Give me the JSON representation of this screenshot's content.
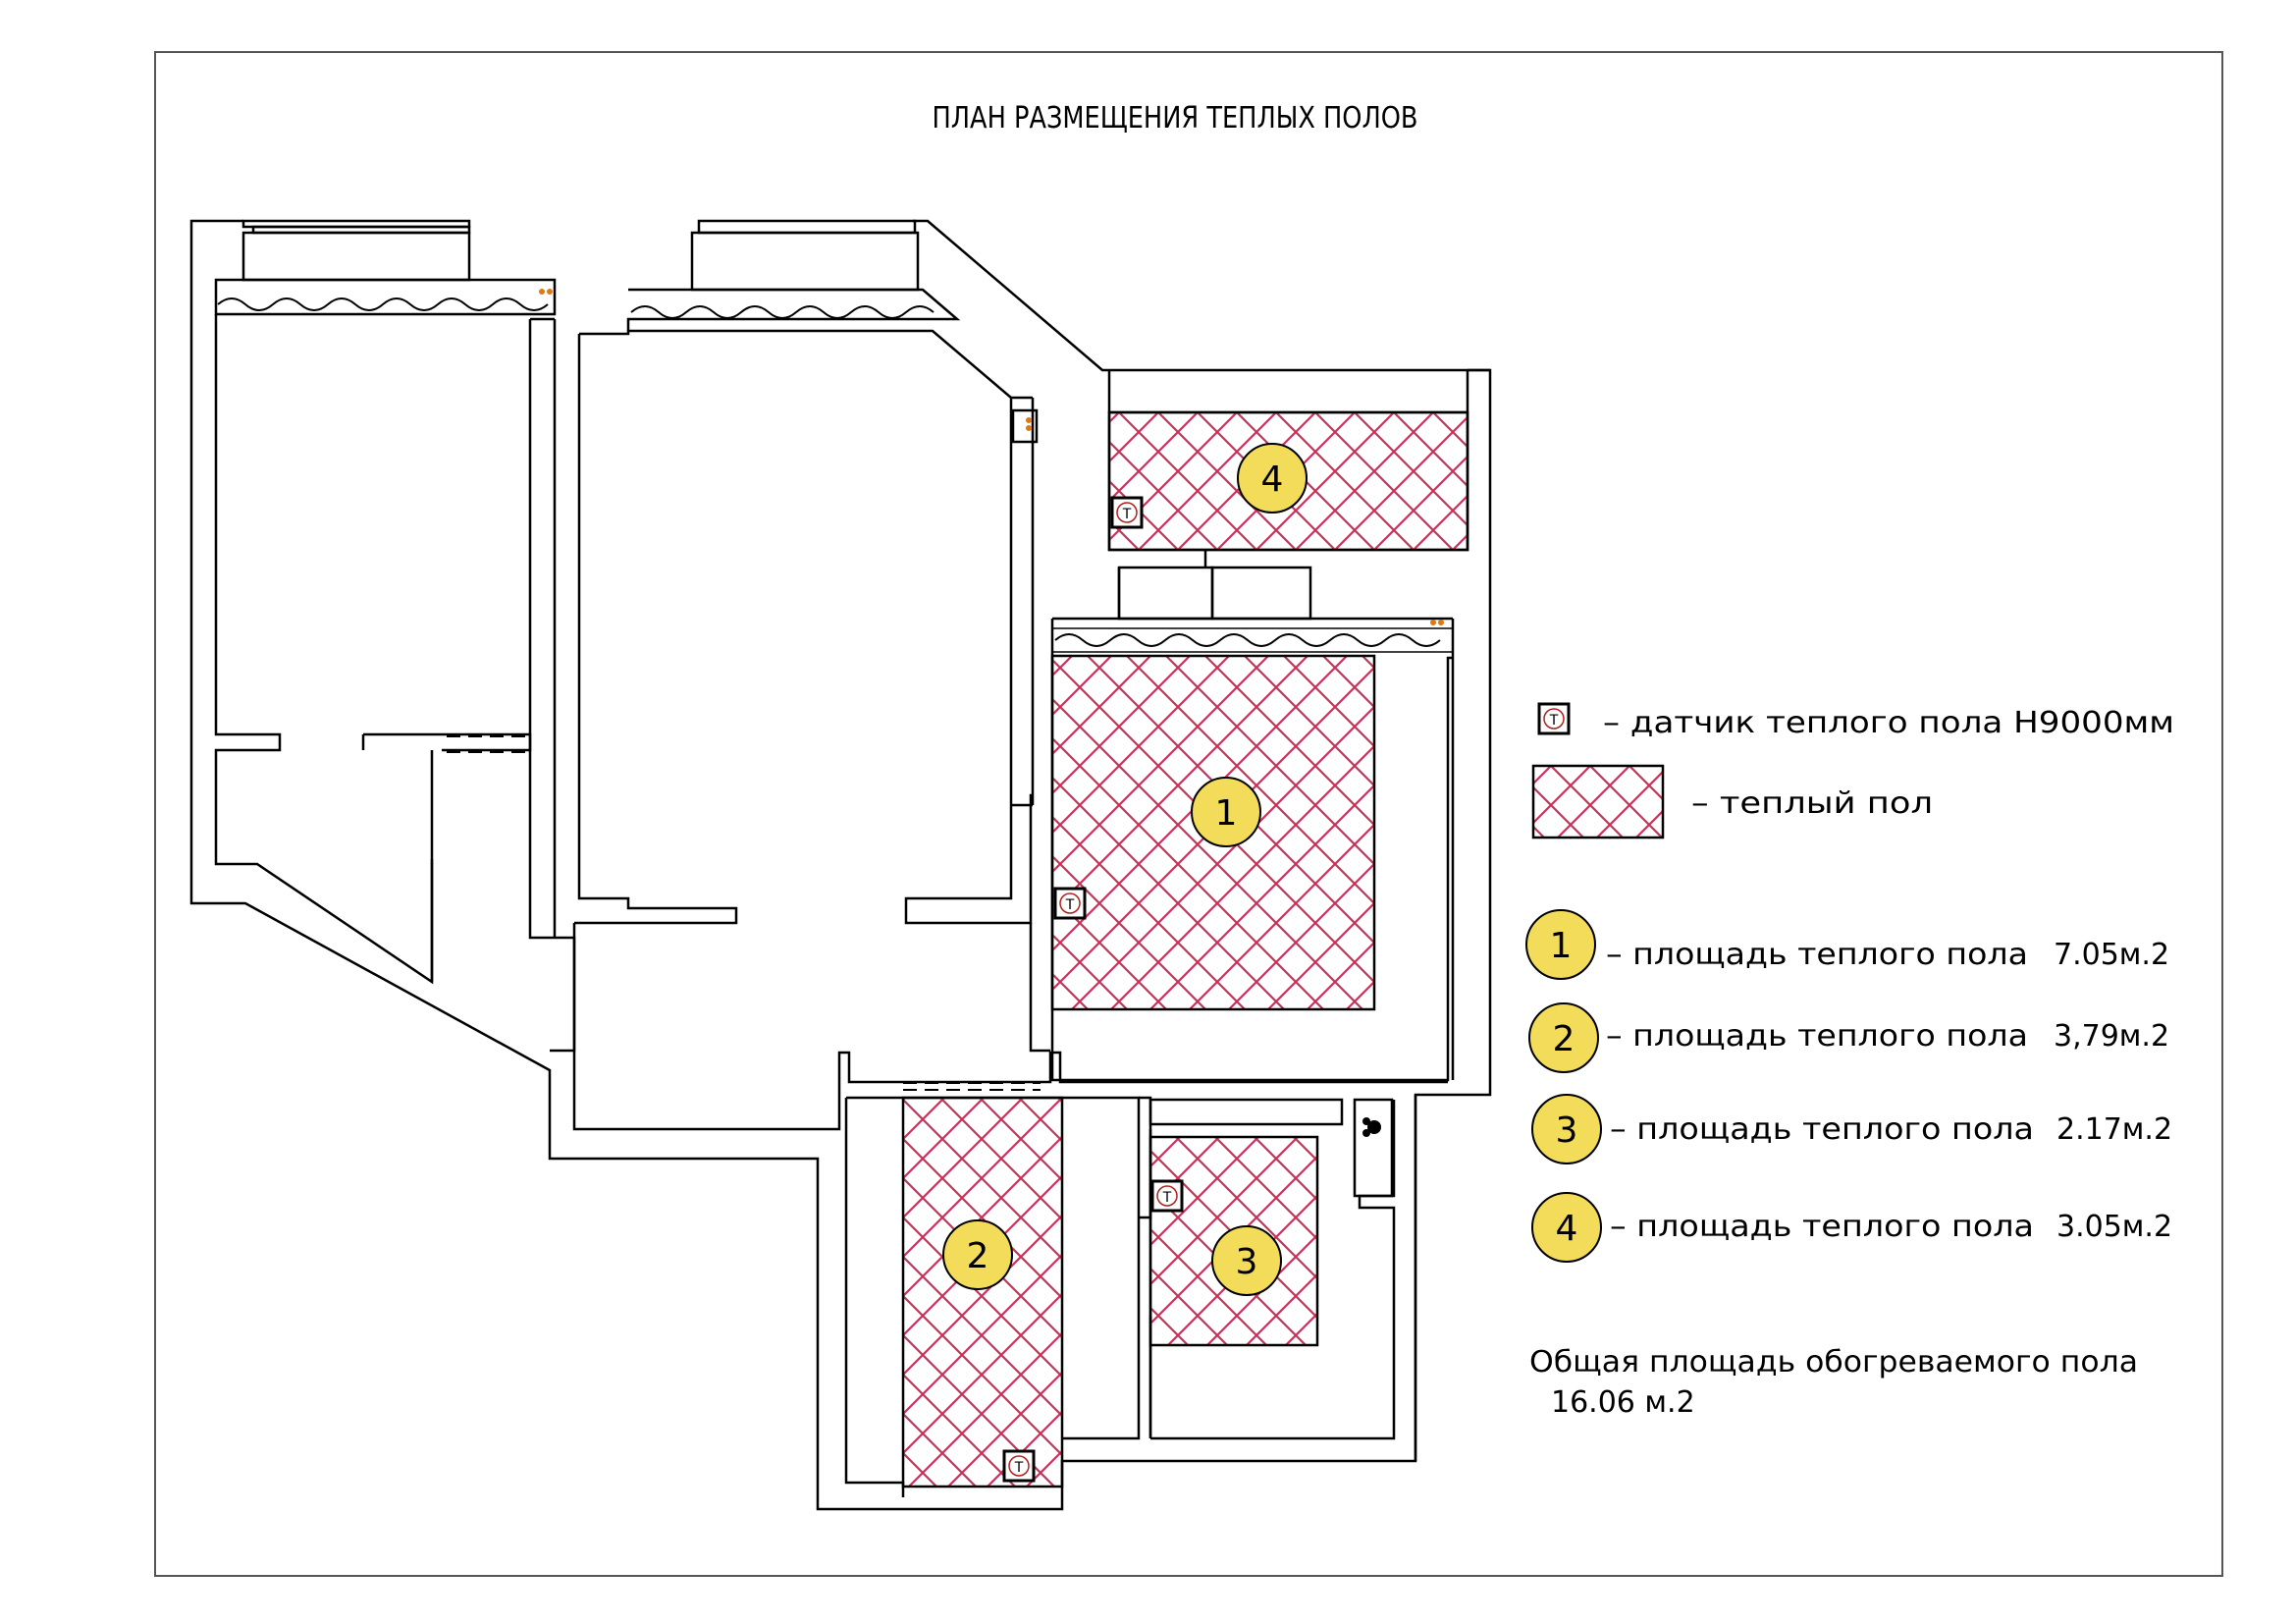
{
  "title": "ПЛАН РАЗМЕЩЕНИЯ ТЕПЛЫХ ПОЛОВ",
  "colors": {
    "hatch": "#c8325a",
    "badge_fill": "#f2dc5a",
    "badge_stroke": "#000000",
    "wall": "#000000",
    "accent_orange": "#e07a10"
  },
  "zones": [
    {
      "id": "1",
      "label": "1",
      "area": "7.05м.2"
    },
    {
      "id": "2",
      "label": "2",
      "area": "3,79м.2"
    },
    {
      "id": "3",
      "label": "3",
      "area": "2.17м.2"
    },
    {
      "id": "4",
      "label": "4",
      "area": "3.05м.2"
    }
  ],
  "sensor_glyph": "Т",
  "legend": {
    "sensor_text": "– датчик теплого пола H9000мм",
    "floor_text": "– теплый пол",
    "area_prefix": "– площадь теплого пола"
  },
  "total": {
    "line1": "Общая площадь обогреваемого пола",
    "line2": "16.06  м.2"
  }
}
